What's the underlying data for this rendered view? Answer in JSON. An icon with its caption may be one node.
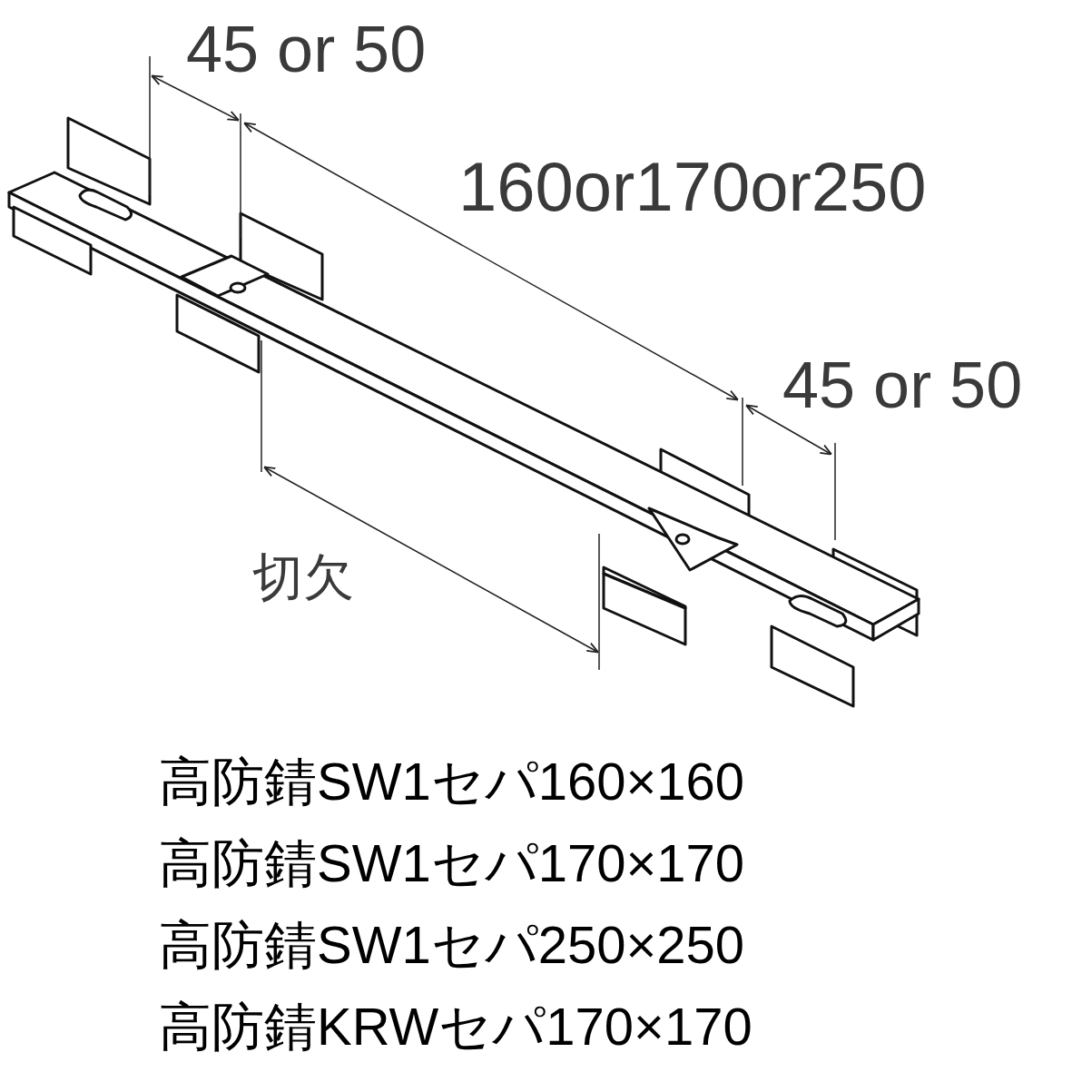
{
  "diagram": {
    "labels": [
      "45 or 50",
      "160or170or250",
      "45 or 50",
      "切欠",
      "高防錆SW1セパ160×160",
      "高防錆SW1セパ170×170",
      "高防錆SW1セパ250×250",
      "高防錆KRWセパ170×170"
    ]
  }
}
